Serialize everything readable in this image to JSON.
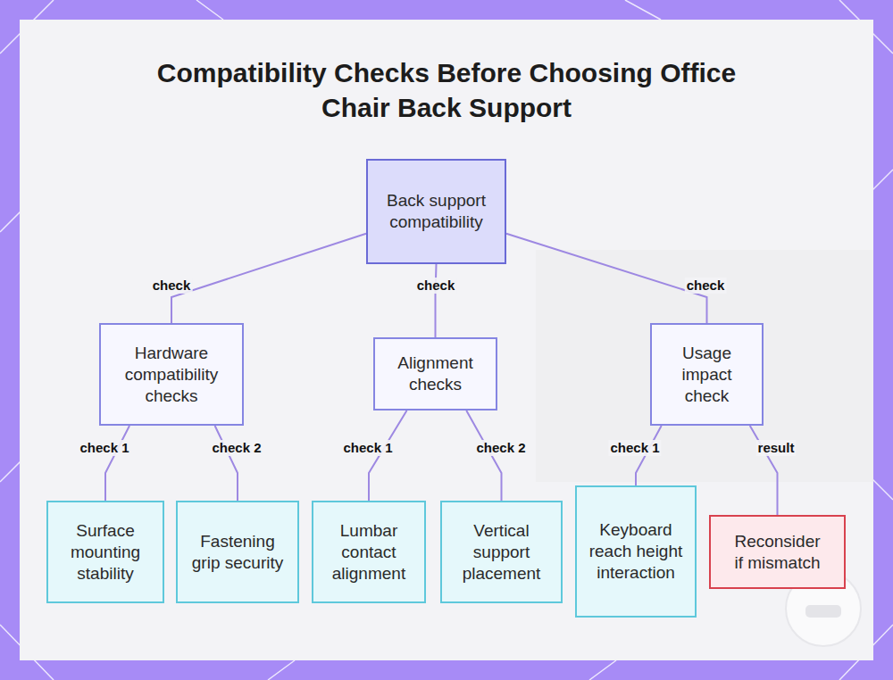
{
  "diagram": {
    "title": "Compatibility Checks Before Choosing Office Chair Back Support",
    "nodes": [
      {
        "text": [
          "Back support compatibility"
        ]
      },
      {
        "text": [
          "Hardware compatibility checks"
        ]
      },
      {
        "text": [
          "Alignment checks"
        ]
      },
      {
        "text": [
          "Usage impact check"
        ]
      },
      {
        "text": [
          "Surface mounting stability"
        ]
      },
      {
        "text": [
          "Fastening grip security"
        ]
      },
      {
        "text": [
          "Lumbar contact alignment"
        ]
      },
      {
        "text": [
          "Vertical support placement"
        ]
      },
      {
        "text": [
          "Keyboard reach height interaction"
        ]
      },
      {
        "text": [
          "Reconsider if mismatch"
        ]
      }
    ],
    "edges": [
      {
        "from": 0,
        "to": 1,
        "label": "check",
        "arrow": "none"
      },
      {
        "from": 0,
        "to": 2,
        "label": "check",
        "arrow": "none"
      },
      {
        "from": 0,
        "to": 3,
        "label": "check",
        "arrow": "none"
      },
      {
        "from": 1,
        "to": 4,
        "label": "check 1",
        "arrow": "none"
      },
      {
        "from": 1,
        "to": 5,
        "label": "check 2",
        "arrow": "none"
      },
      {
        "from": 2,
        "to": 6,
        "label": "check 1",
        "arrow": "none"
      },
      {
        "from": 2,
        "to": 7,
        "label": "check 2",
        "arrow": "none"
      },
      {
        "from": 3,
        "to": 8,
        "label": "check 1",
        "arrow": "none"
      },
      {
        "from": 3,
        "to": 9,
        "label": "result",
        "arrow": "none"
      }
    ]
  }
}
